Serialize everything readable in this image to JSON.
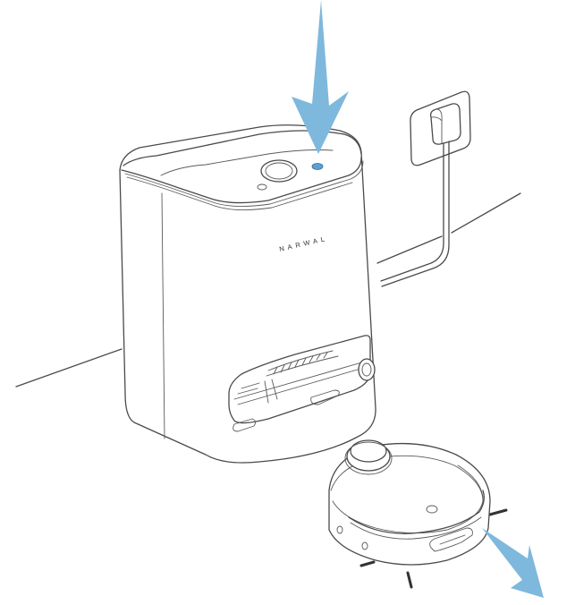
{
  "illustration": {
    "subject": "Robot vacuum returning to self-emptying base station",
    "base_station": {
      "brand_label": "NARWAL",
      "indicator_light_color": "#5b9fd4"
    },
    "robot": {
      "movement": "leaving dock"
    },
    "wall_outlet": {
      "description": "power plug inserted in wall socket"
    },
    "arrows": [
      {
        "id": "press-arrow",
        "direction": "down",
        "color": "#7fb8dd",
        "meaning": "press button on base station"
      },
      {
        "id": "exit-arrow",
        "direction": "down-right",
        "color": "#7fb8dd",
        "meaning": "robot moves away from base"
      }
    ],
    "colors": {
      "line": "#4a4a4a",
      "arrow": "#7fb8dd",
      "indicator": "#5b9fd4",
      "background": "#ffffff"
    }
  }
}
